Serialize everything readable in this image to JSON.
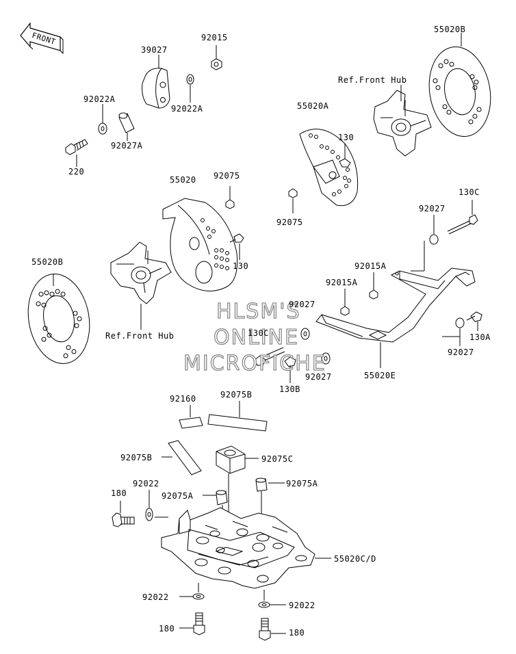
{
  "watermark": {
    "line1": "HLSM'S",
    "line2": "ONLINE",
    "line3": "MICROFICHE"
  },
  "front_arrow": {
    "text": "FRONT"
  },
  "labels": {
    "p39027": "39027",
    "p92015_top": "92015",
    "p92022A_left": "92022A",
    "p92022A_right": "92022A",
    "p92027A": "92027A",
    "p220": "220",
    "p55020": "55020",
    "p92075_mid": "92075",
    "p130_mid": "130",
    "p55020B_left": "55020B",
    "ref_front_hub_left": "Ref.Front Hub",
    "p55020A": "55020A",
    "p130_right": "130",
    "p92075_right": "92075",
    "p55020B_right": "55020B",
    "ref_front_hub_right": "Ref.Front Hub",
    "p130C_right": "130C",
    "p92027_a": "92027",
    "p92015A_a": "92015A",
    "p92015A_b": "92015A",
    "p92027_b": "92027",
    "p130C_mid": "130C",
    "p92027_c": "92027",
    "p130B": "130B",
    "p55020E": "55020E",
    "p92027_d": "92027",
    "p130A": "130A",
    "p92160": "92160",
    "p92075B_top": "92075B",
    "p92075B_left": "92075B",
    "p92075C": "92075C",
    "p92022_top": "92022",
    "p180_top": "180",
    "p92075A_left": "92075A",
    "p92075A_right": "92075A",
    "p55020CD": "55020C/D",
    "p92022_bl": "92022",
    "p92022_br": "92022",
    "p180_bl": "180",
    "p180_br": "180"
  }
}
